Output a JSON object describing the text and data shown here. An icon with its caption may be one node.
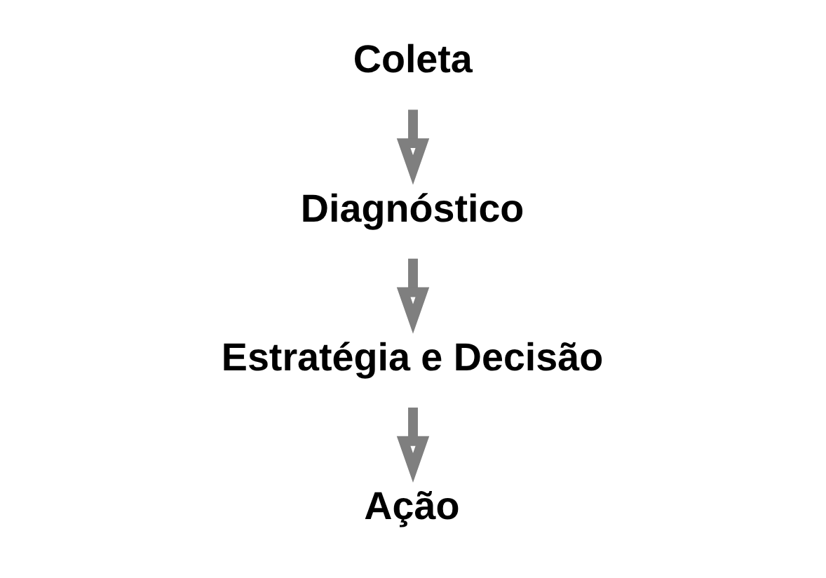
{
  "diagram": {
    "nodes": [
      {
        "text": [
          "Coleta"
        ]
      },
      {
        "text": [
          "Diagnóstico"
        ]
      },
      {
        "text": [
          "Estratégia e Decisão"
        ]
      },
      {
        "text": [
          "Ação"
        ]
      }
    ],
    "edges": [
      {
        "from": 0,
        "to": 1,
        "arrow": "to"
      },
      {
        "from": 1,
        "to": 2,
        "arrow": "to"
      },
      {
        "from": 2,
        "to": 3,
        "arrow": "to"
      }
    ]
  }
}
